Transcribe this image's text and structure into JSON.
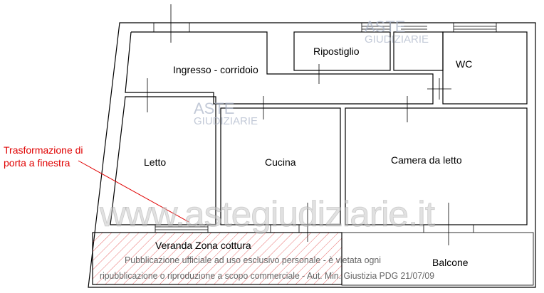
{
  "rooms": {
    "ingresso": "Ingresso - corridoio",
    "ripostiglio": "Ripostiglio",
    "wc": "WC",
    "letto": "Letto",
    "cucina": "Cucina",
    "camera": "Camera da letto",
    "veranda": "Veranda Zona cottura",
    "balcone": "Balcone"
  },
  "annotation": {
    "line1": "Trasformazione di",
    "line2": "porta a finestra",
    "color": "#e00000"
  },
  "watermark": {
    "url": "www.astegiudiziarie.it",
    "logo_top": "ASTE",
    "logo_bottom": "GIUDIZIARIE",
    "legal_line1": "Pubblicazione ufficiale ad uso esclusivo personale - è vietata ogni",
    "legal_line2": "ripubblicazione o riproduzione a scopo commerciale - Aut. Min. Giustizia PDG 21/07/09"
  },
  "colors": {
    "walls": "#000000",
    "hatch": "#e03030"
  }
}
